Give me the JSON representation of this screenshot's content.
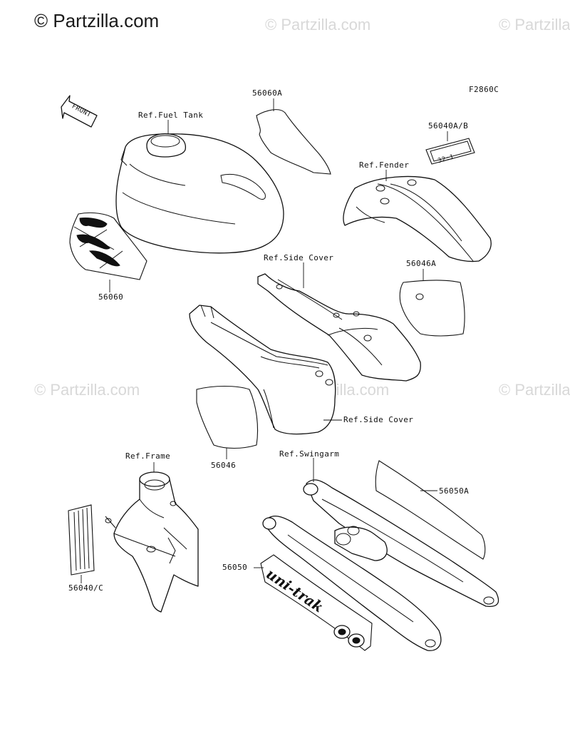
{
  "watermark": {
    "main": "© Partzilla.com",
    "faint": "© Partzilla.com"
  },
  "figure_code": "F2860C",
  "front_arrow_label": "FRONT",
  "labels": {
    "ref_fuel_tank": "Ref.Fuel Tank",
    "p56060A": "56060A",
    "p56040AB": "56040A/B",
    "ref_fender": "Ref.Fender",
    "ref_side_cover_top": "Ref.Side Cover",
    "p56046A": "56046A",
    "p56060": "56060",
    "ref_side_cover_bottom": "Ref.Side Cover",
    "p56046": "56046",
    "ref_frame": "Ref.Frame",
    "ref_swingarm": "Ref.Swingarm",
    "p56050A": "56050A",
    "p56050": "56050",
    "p56040C": "56040/C"
  },
  "decal_text": {
    "fender_tag": "32:1",
    "swingarm_logo": "uni-trak"
  }
}
